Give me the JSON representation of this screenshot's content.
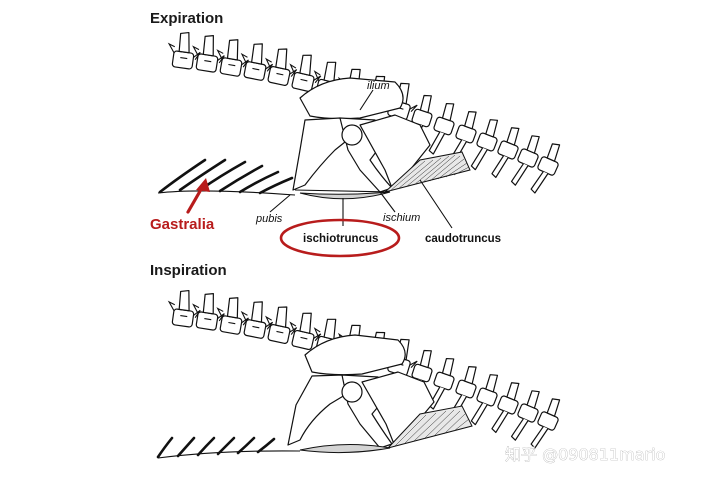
{
  "panels": [
    {
      "heading": "Expiration",
      "labels": {
        "ilium": "ilium",
        "pubis": "pubis",
        "ischium": "ischium",
        "ischiotruncus": "ischiotruncus",
        "caudotruncus": "caudotruncus",
        "gastralia": "Gastralia"
      }
    },
    {
      "heading": "Inspiration"
    }
  ],
  "watermark": "知乎 @090811mario",
  "colors": {
    "highlight": "#b81c1c",
    "ink": "#111111"
  }
}
